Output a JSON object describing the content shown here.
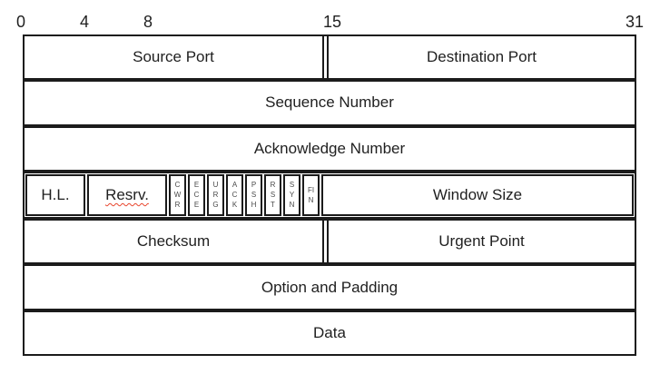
{
  "diagram": {
    "kind": "TCP header format",
    "ruler": {
      "labels": [
        "0",
        "4",
        "8",
        "15",
        "31"
      ]
    },
    "fields": {
      "source_port": "Source Port",
      "destination_port": "Destination Port",
      "sequence_number": "Sequence Number",
      "acknowledge_number": "Acknowledge Number",
      "header_length": "H.L.",
      "reserved": "Resrv.",
      "flags": [
        "CWR",
        "ECE",
        "URG",
        "ACK",
        "PSH",
        "RST",
        "SYN",
        "FIN"
      ],
      "window_size": "Window Size",
      "checksum": "Checksum",
      "urgent_point": "Urgent Point",
      "option_and_padding": "Option and Padding",
      "data": "Data"
    },
    "colors": {
      "border": "#1b1b1b",
      "text": "#1f1f1f",
      "flag_text": "#4a4a4a",
      "reserved_underline": "#e8452c",
      "background": "#ffffff"
    }
  }
}
